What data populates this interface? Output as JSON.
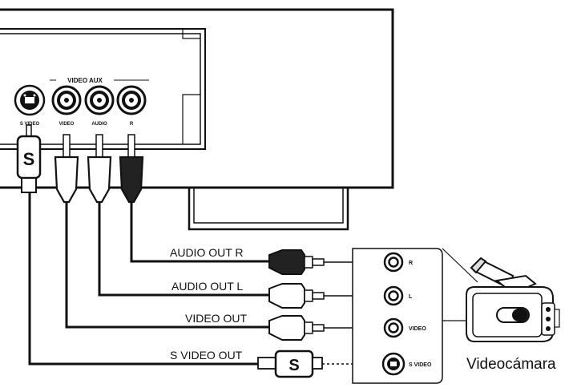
{
  "tv_panel": {
    "group_label": "VIDEO AUX",
    "jacks": [
      "S VIDEO",
      "VIDEO",
      "AUDIO",
      "R"
    ]
  },
  "plug_letter": "S",
  "cables": [
    {
      "label": "AUDIO OUT R",
      "jack": "R"
    },
    {
      "label": "AUDIO OUT L",
      "jack": "L"
    },
    {
      "label": "VIDEO OUT",
      "jack": "VIDEO"
    },
    {
      "label": "S VIDEO OUT",
      "jack": "S VIDEO"
    }
  ],
  "camcorder": {
    "caption": "Videocámara"
  },
  "colors": {
    "line": "#111111",
    "dark_plug": "#222222",
    "background": "#ffffff"
  }
}
